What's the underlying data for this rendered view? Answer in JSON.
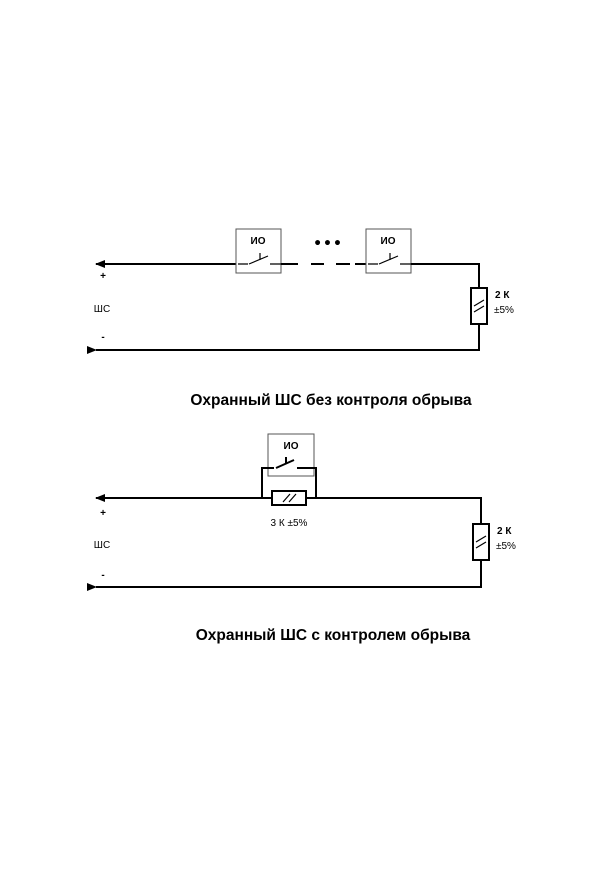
{
  "diagram1": {
    "sensor_label": "ИО",
    "ellipsis": "•••",
    "plus": "+",
    "minus": "-",
    "loop_label": "ШС",
    "resistor_value": "2 К",
    "resistor_tolerance": "±5%",
    "caption": "Охранный ШС без контроля обрыва"
  },
  "diagram2": {
    "sensor_label": "ИО",
    "plus": "+",
    "minus": "-",
    "loop_label": "ШС",
    "shunt_resistor": "3 К ±5%",
    "resistor_value": "2 К",
    "resistor_tolerance": "±5%",
    "caption": "Охранный ШС с контролем обрыва"
  }
}
